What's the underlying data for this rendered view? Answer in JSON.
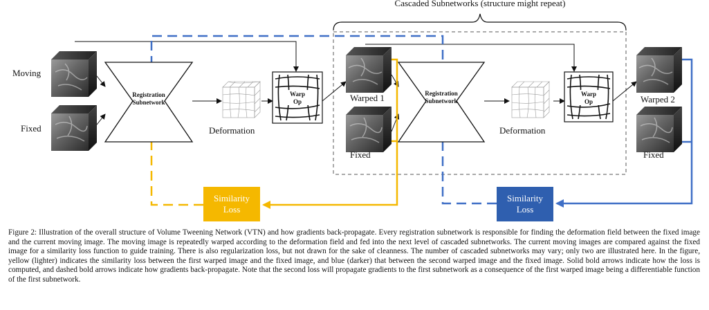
{
  "diagram": {
    "cascade_label": "Cascaded Subnetworks (structure might repeat)",
    "moving_label": "Moving",
    "fixed_label_1": "Fixed",
    "registration_line1": "Registration",
    "registration_line2": "Subnetwork",
    "deformation_label": "Deformation",
    "warp_line1": "Warp",
    "warp_line2": "Op",
    "warped1_label": "Warped 1",
    "fixed_label_2": "Fixed",
    "warped2_label": "Warped 2",
    "fixed_label_3": "Fixed",
    "similarity_line1": "Similarity",
    "similarity_line2": "Loss",
    "colors": {
      "yellow": "#f5b800",
      "blue": "#3f6fc6",
      "blue_box": "#2f5faf"
    }
  },
  "caption": {
    "text": "Figure 2: Illustration of the overall structure of Volume Tweening Network (VTN) and how gradients back-propagate. Every registration subnetwork is responsible for finding the deformation field between the fixed image and the current moving image. The moving image is repeatedly warped according to the deformation field and fed into the next level of cascaded subnetworks. The current moving images are compared against the fixed image for a similarity loss function to guide training. There is also regularization loss, but not drawn for the sake of cleanness. The number of cascaded subnetworks may vary; only two are illustrated here. In the figure, yellow (lighter) indicates the similarity loss between the first warped image and the fixed image, and blue (darker) that between the second warped image and the fixed image. Solid bold arrows indicate how the loss is computed, and dashed bold arrows indicate how gradients back-propagate. Note that the second loss will propagate gradients to the first subnetwork as a consequence of the first warped image being a differentiable function of the first subnetwork."
  }
}
